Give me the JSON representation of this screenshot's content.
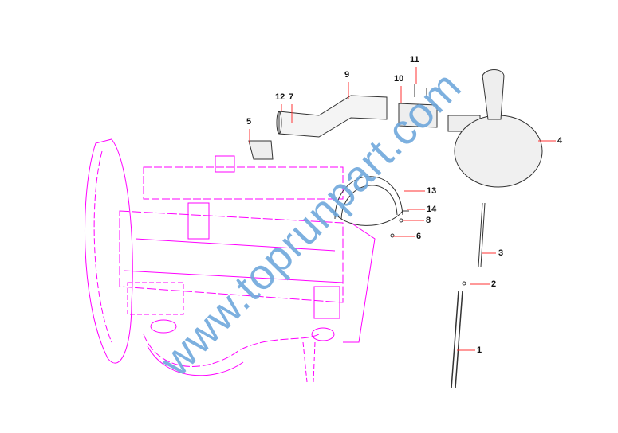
{
  "diagram": {
    "callouts": [
      "1",
      "2",
      "3",
      "4",
      "5",
      "6",
      "7",
      "8",
      "9",
      "10",
      "11",
      "12",
      "13",
      "14"
    ],
    "watermark": "www.toprunpart.com",
    "colors": {
      "engine": "#ff00ff",
      "parts": "#333333",
      "leader": "#ff3333",
      "watermark": "#6fa8dc"
    }
  }
}
